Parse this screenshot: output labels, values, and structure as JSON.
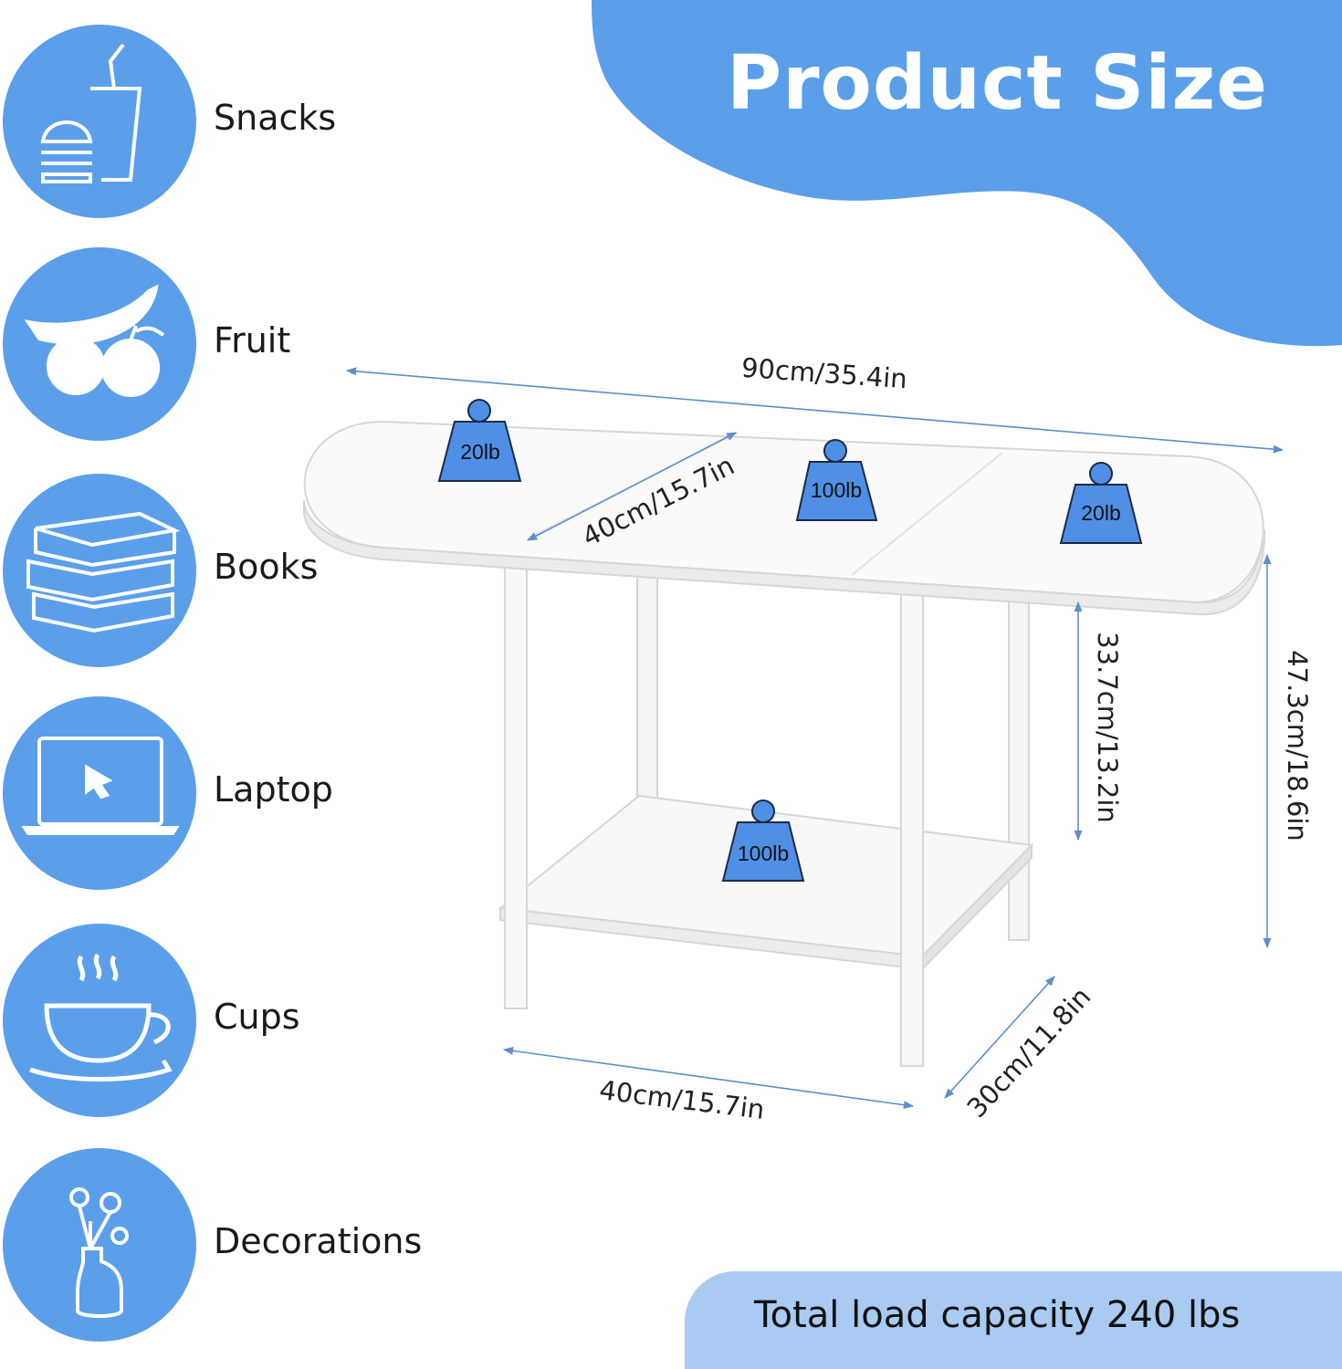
{
  "title": "Product Size",
  "usages": [
    {
      "label": "Snacks",
      "icon": "burger-drink-icon"
    },
    {
      "label": "Fruit",
      "icon": "fruit-icon"
    },
    {
      "label": "Books",
      "icon": "books-icon"
    },
    {
      "label": "Laptop",
      "icon": "laptop-icon"
    },
    {
      "label": "Cups",
      "icon": "coffee-cup-icon"
    },
    {
      "label": "Decorations",
      "icon": "flower-vase-icon"
    }
  ],
  "dimensions": {
    "total_length": "90cm/35.4in",
    "top_depth": "40cm/15.7in",
    "shelf_height": "33.7cm/13.2in",
    "total_height": "47.3cm/18.6in",
    "base_width": "40cm/15.7in",
    "base_depth": "30cm/11.8in"
  },
  "weights": {
    "left_leaf": "20lb",
    "center_top": "100lb",
    "right_leaf": "20lb",
    "bottom_shelf": "100lb"
  },
  "banner": "Total load capacity 240 lbs",
  "colors": {
    "accent": "#5b9fea",
    "banner": "#a9cbf2",
    "weight_fill": "#4f8fe6",
    "dimension_line": "#5b8fc9"
  }
}
